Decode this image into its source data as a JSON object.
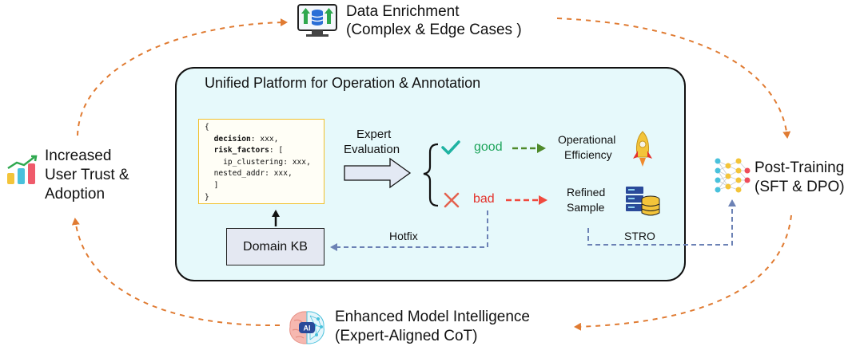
{
  "nodes": {
    "data_enrichment": {
      "line1": "Data Enrichment",
      "line2": "(Complex & Edge Cases )"
    },
    "post_training": {
      "line1": "Post-Training",
      "line2": "(SFT & DPO)"
    },
    "enhanced_model": {
      "line1": "Enhanced Model Intelligence",
      "line2": "(Expert-Aligned CoT)"
    },
    "user_trust": {
      "line1": "Increased",
      "line2": "User Trust &",
      "line3": "Adoption"
    }
  },
  "platform": {
    "title": "Unified Platform for Operation & Annotation",
    "json_lines": {
      "l1": "{",
      "decision_key": "decision",
      "decision_val": ": xxx,",
      "risk_key": "risk_factors",
      "risk_val": ": [",
      "ip_line": "ip_clustering: xxx,",
      "nested_line": "nested_addr: xxx,",
      "close_bracket": "]",
      "close_brace": "}"
    },
    "expert_eval": {
      "line1": "Expert",
      "line2": "Evaluation"
    },
    "good_label": "good",
    "bad_label": "bad",
    "operational": {
      "line1": "Operational",
      "line2": "Efficiency"
    },
    "refined": {
      "line1": "Refined",
      "line2": "Sample"
    },
    "domain_kb": "Domain KB",
    "hotfix": "Hotfix",
    "stro": "STRO"
  },
  "colors": {
    "cycle_arrow": "#e07b32",
    "panel_fill": "#e6f9fb",
    "good": "#1fa55c",
    "bad": "#e4322b",
    "good_arrow": "#4f8a2b",
    "dashed_blue": "#6c82b5"
  },
  "icons": {
    "data_enrichment": "monitor-database-icon",
    "post_training": "neural-network-icon",
    "enhanced_model": "ai-brain-icon",
    "user_trust": "growth-chart-icon",
    "good": "checkmark-icon",
    "bad": "cross-icon",
    "operational": "rocket-icon",
    "refined": "server-database-icon"
  }
}
